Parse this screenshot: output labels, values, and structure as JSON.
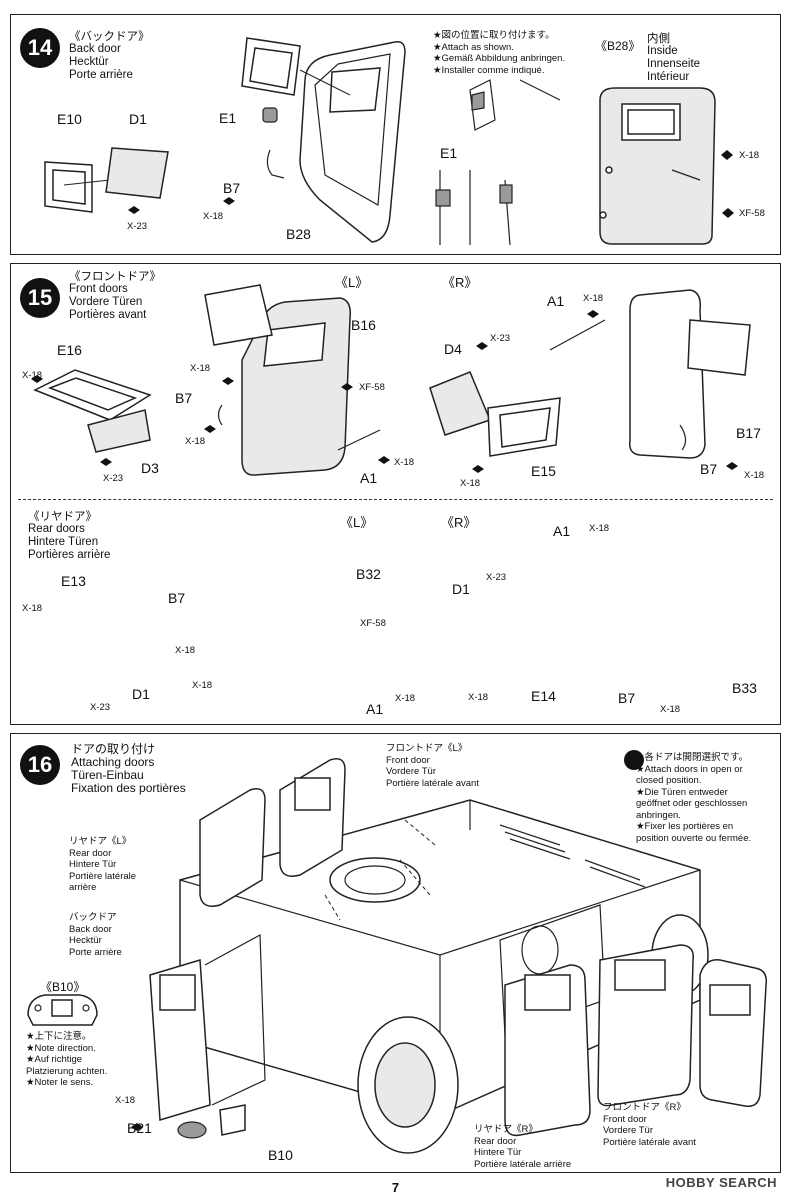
{
  "page_number": "7",
  "watermark": "HOBBY SEARCH",
  "steps": {
    "s14": {
      "number": "14",
      "title_jp": "《バックドア》",
      "title_en": "Back door",
      "title_de": "Hecktür",
      "title_fr": "Porte arrière",
      "note_jp": "★図の位置に取り付けます。",
      "note_en": "★Attach as shown.",
      "note_de": "★Gemäß Abbildung anbringen.",
      "note_fr": "★Installer comme indiqué.",
      "inset_title": "《B28》",
      "inset_jp": "内側",
      "inset_en": "Inside",
      "inset_de": "Innenseite",
      "inset_fr": "Intérieur",
      "parts": {
        "e10": "E10",
        "d1": "D1",
        "x23": "X-23",
        "e1a": "E1",
        "b7": "B7",
        "x18a": "X-18",
        "b28": "B28",
        "e1b": "E1",
        "x18b": "X-18",
        "xf58": "XF-58"
      }
    },
    "s15": {
      "number": "15",
      "title_jp": "《フロントドア》",
      "title_en": "Front doors",
      "title_de": "Vordere Türen",
      "title_fr": "Portières avant",
      "left": "《L》",
      "right": "《R》",
      "parts": {
        "e16": "E16",
        "x18a": "X-18",
        "d3": "D3",
        "x23a": "X-23",
        "x18b": "X-18",
        "b16": "B16",
        "xf58": "XF-58",
        "b7a": "B7",
        "x18c": "X-18",
        "a1a": "A1",
        "x18d": "X-18",
        "d4": "D4",
        "x23b": "X-23",
        "e15": "E15",
        "x18e": "X-18",
        "a1b": "A1",
        "x18f": "X-18",
        "b17": "B17",
        "b7b": "B7",
        "x18g": "X-18"
      }
    },
    "rear": {
      "title_jp": "《リヤドア》",
      "title_en": "Rear doors",
      "title_de": "Hintere Türen",
      "title_fr": "Portières arrière",
      "left": "《L》",
      "right": "《R》",
      "parts": {
        "e13": "E13",
        "x18a": "X-18",
        "d1a": "D1",
        "x23a": "X-23",
        "b7a": "B7",
        "x18b": "X-18",
        "x18c": "X-18",
        "b32": "B32",
        "xf58": "XF-58",
        "a1a": "A1",
        "x18d": "X-18",
        "d1b": "D1",
        "x23b": "X-23",
        "e14": "E14",
        "x18e": "X-18",
        "a1b": "A1",
        "x18f": "X-18",
        "b7b": "B7",
        "x18g": "X-18",
        "b33": "B33"
      }
    },
    "s16": {
      "number": "16",
      "title_jp": "ドアの取り付け",
      "title_en": "Attaching doors",
      "title_de": "Türen-Einbau",
      "title_fr": "Fixation des portières",
      "front_l_jp": "フロントドア《L》",
      "front_l_en": "Front door",
      "front_l_de": "Vordere Tür",
      "front_l_fr": "Portière latérale avant",
      "rear_l_jp": "リヤドア《L》",
      "rear_l_en": "Rear door",
      "rear_l_de": "Hintere Tür",
      "rear_l_fr1": "Portière latérale",
      "rear_l_fr2": "arrière",
      "back_jp": "バックドア",
      "back_en": "Back door",
      "back_de": "Hecktür",
      "back_fr": "Porte arrière",
      "note_jp": "★各ドアは開閉選択です。",
      "note_en1": "★Attach doors in open or",
      "note_en2": "closed position.",
      "note_de1": "★Die Türen entweder",
      "note_de2": "geöffnet oder geschlossen",
      "note_de3": "anbringen.",
      "note_fr1": "★Fixer les portières en",
      "note_fr2": "position ouverte ou fermée.",
      "b10_title": "《B10》",
      "b10_jp": "★上下に注意。",
      "b10_en": "★Note direction.",
      "b10_de1": "★Auf richtige",
      "b10_de2": "Platzierung achten.",
      "b10_fr": "★Noter le sens.",
      "x18": "X-18",
      "b21": "B21",
      "b10": "B10",
      "rear_r_jp": "リヤドア《R》",
      "rear_r_en": "Rear door",
      "rear_r_de": "Hintere Tür",
      "rear_r_fr": "Portière latérale arrière",
      "front_r_jp": "フロントドア《R》",
      "front_r_en": "Front door",
      "front_r_de": "Vordere Tür",
      "front_r_fr": "Portière latérale avant"
    }
  }
}
